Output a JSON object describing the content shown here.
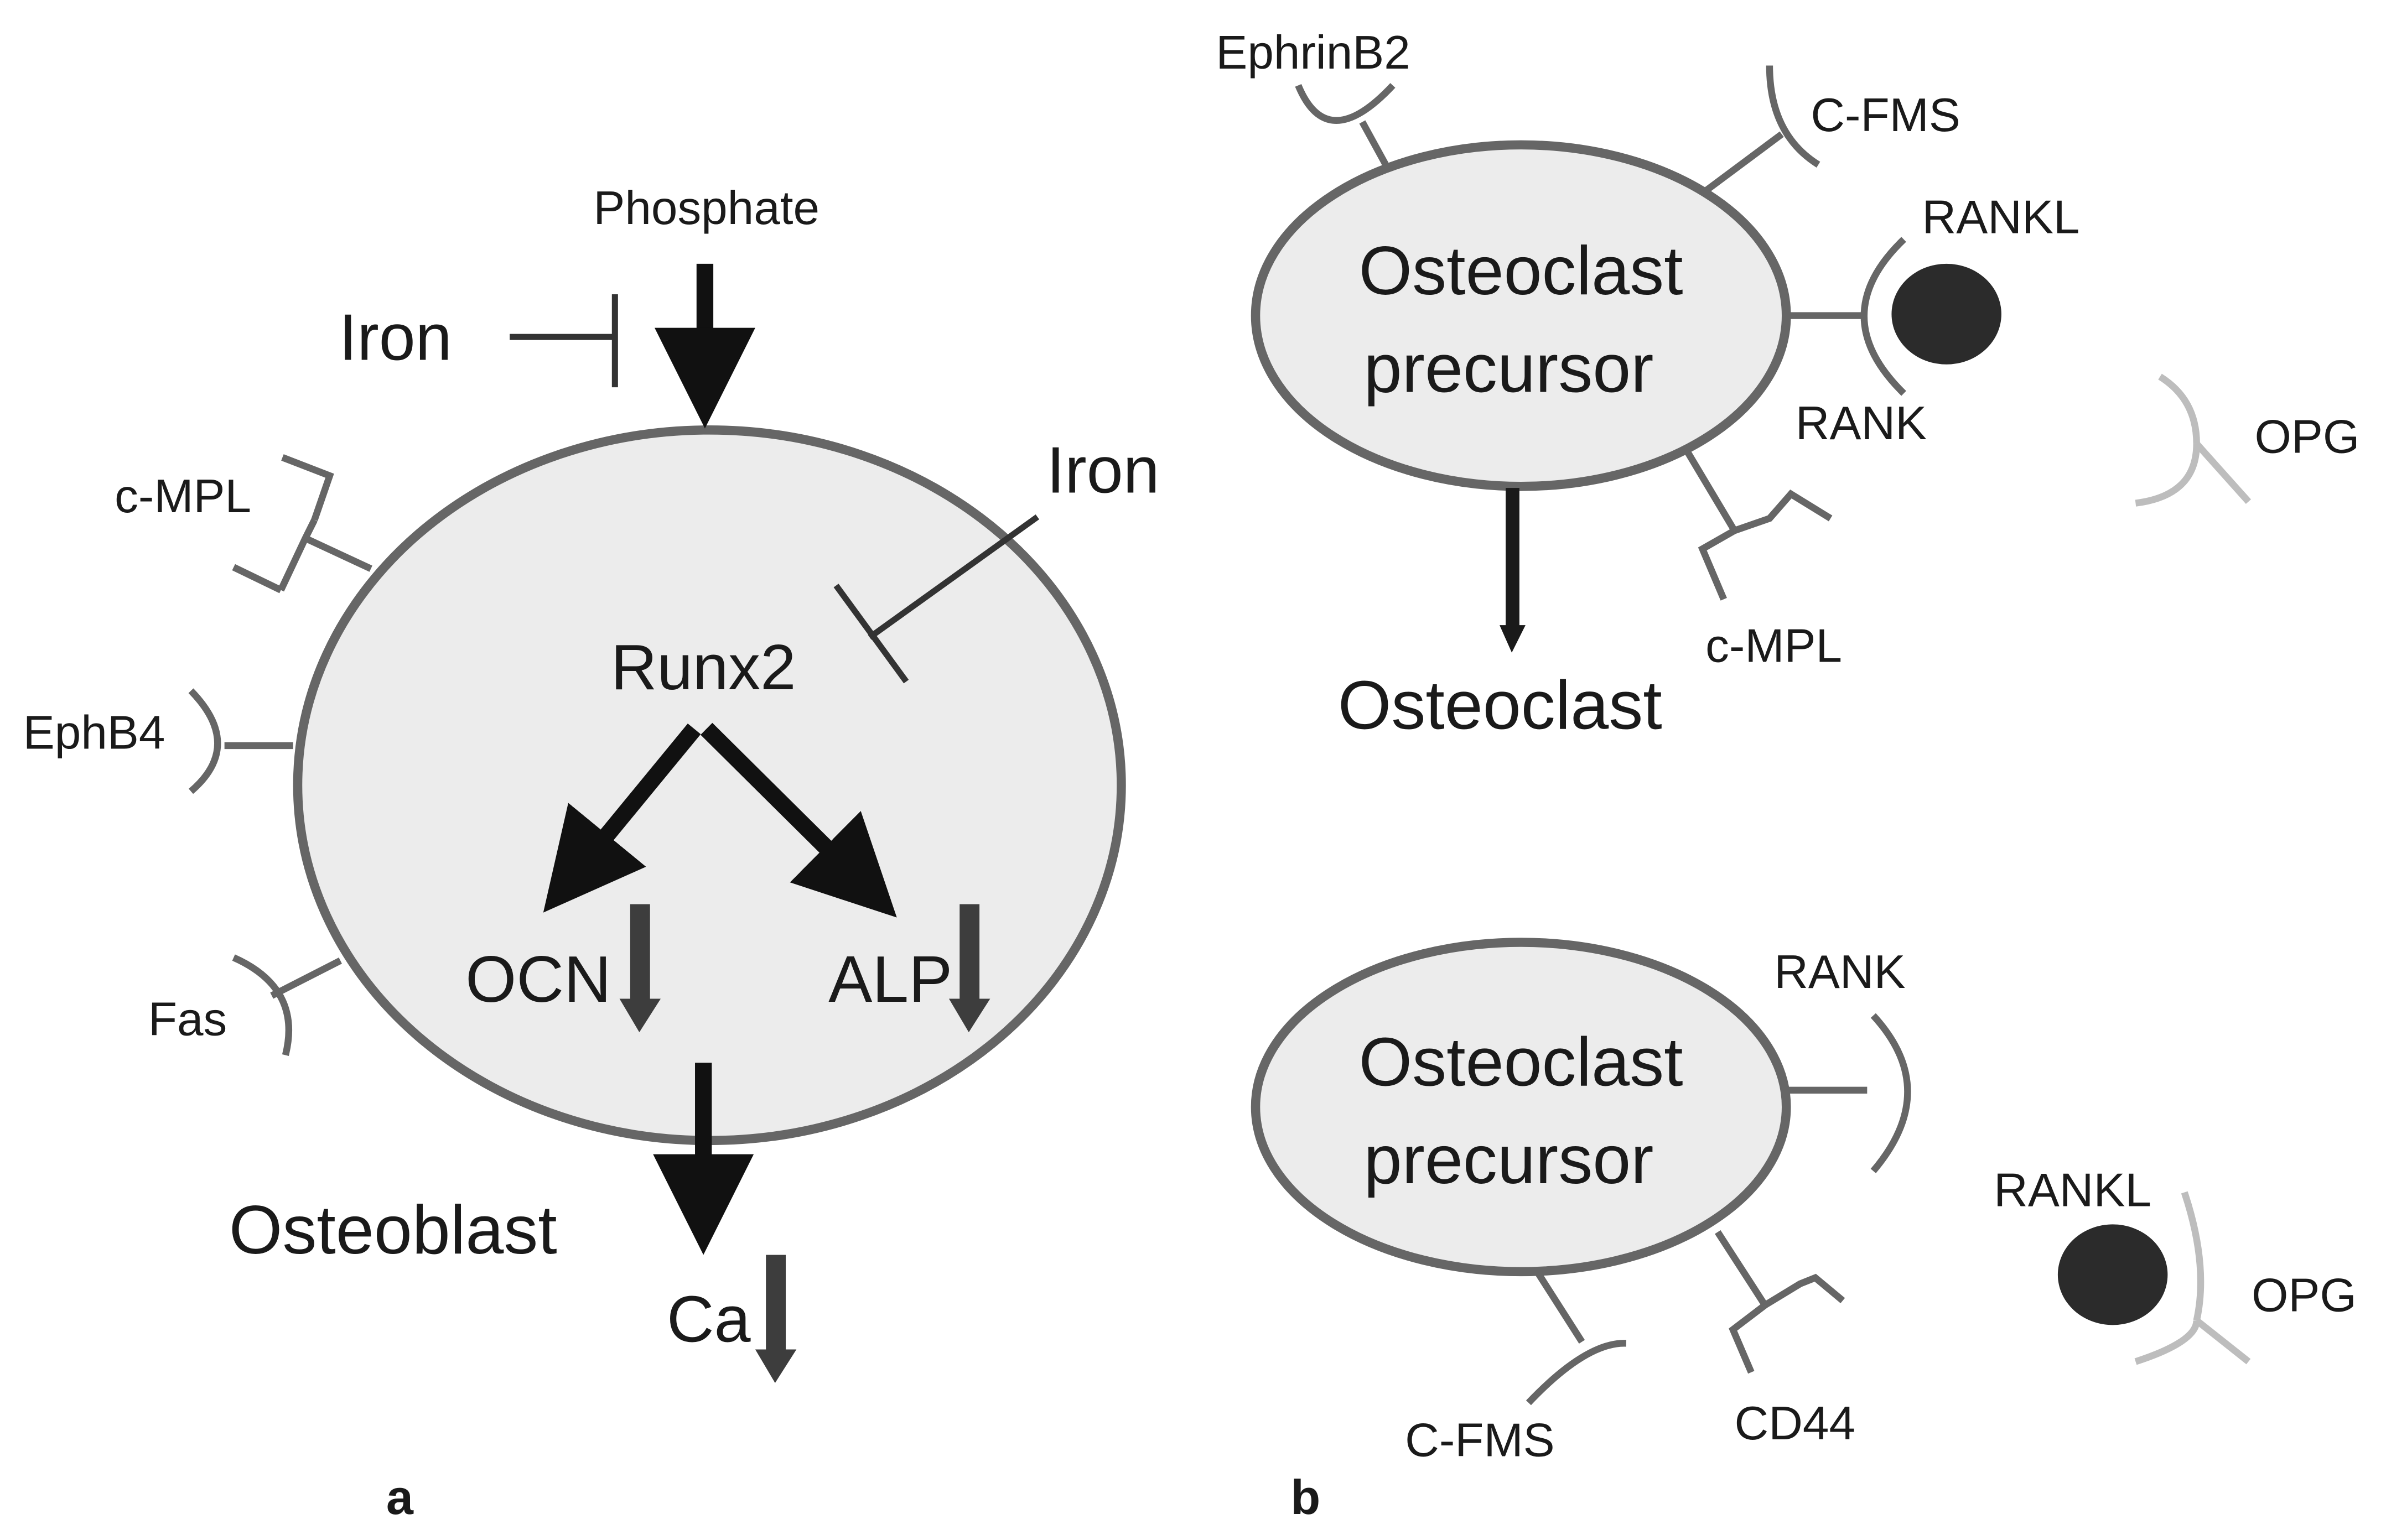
{
  "panel_a": {
    "label": "a",
    "cell_label": "Osteoblast",
    "phosphate": "Phosphate",
    "iron_outside": "Iron",
    "iron_inside": "Iron",
    "runx2": "Runx2",
    "ocn": "OCN",
    "alp": "ALP",
    "ca": "Ca",
    "receptors": [
      "c-MPL",
      "EphB4",
      "Fas"
    ]
  },
  "panel_b": {
    "label": "b",
    "top": {
      "cell_line1": "Osteoclast",
      "cell_line2": "precursor",
      "product": "Osteoclast",
      "ephrinb2": "EphrinB2",
      "cfms": "C-FMS",
      "rankl": "RANKL",
      "rank": "RANK",
      "opg": "OPG",
      "cmpl": "c-MPL"
    },
    "bottom": {
      "cell_line1": "Osteoclast",
      "cell_line2": "precursor",
      "rank": "RANK",
      "rankl": "RANKL",
      "opg": "OPG",
      "cfms": "C-FMS",
      "cd44": "CD44"
    }
  },
  "colors": {
    "cell_fill": "#ececec",
    "cell_stroke": "#666666",
    "receptor": "#6a6a6a",
    "opg": "#bdbdbd",
    "ligand": "#2b2b2b",
    "down_arrow": "#3d3d3d"
  }
}
